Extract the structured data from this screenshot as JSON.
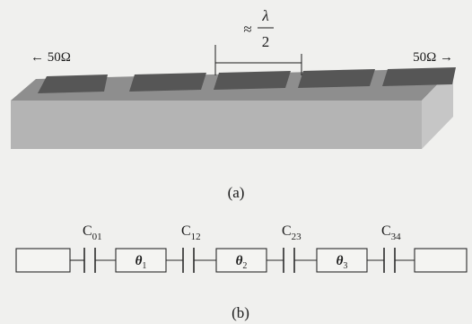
{
  "part_a": {
    "left_port": "← 50Ω",
    "right_port": "50Ω →",
    "dimension": {
      "approx": "≈",
      "numerator": "λ",
      "denominator": "2"
    },
    "caption": "(a)",
    "resonator_count": 5
  },
  "part_b": {
    "capacitors": [
      {
        "label": "C",
        "sub": "01"
      },
      {
        "label": "C",
        "sub": "12"
      },
      {
        "label": "C",
        "sub": "23"
      },
      {
        "label": "C",
        "sub": "34"
      }
    ],
    "sections": [
      {
        "label": "θ",
        "sub": "1"
      },
      {
        "label": "θ",
        "sub": "2"
      },
      {
        "label": "θ",
        "sub": "3"
      }
    ],
    "caption": "(b)"
  }
}
